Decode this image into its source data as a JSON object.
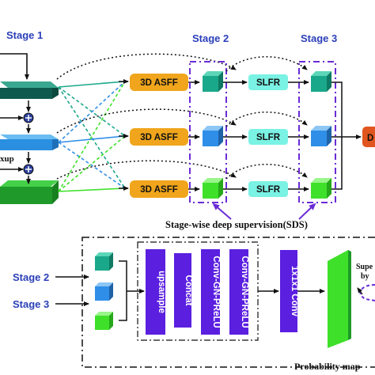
{
  "colors": {
    "stage_label": "#2b3fb8",
    "asff_fill": "#f0a51c",
    "slfr_fill": "#7af2e4",
    "purple_block": "#5b1fe0",
    "sds_dash": "#6a2bd6",
    "cube_teal": "#1aa88a",
    "cube_blue": "#2f8fe8",
    "cube_green": "#3fe02a",
    "backbone_dark": "#0f5a4e",
    "backbone_blue": "#2a8fe0",
    "backbone_green": "#1f9a2a",
    "output_orange": "#e0561e"
  },
  "top": {
    "stage1_label": "Stage 1",
    "stage2_label": "Stage 2",
    "stage3_label": "Stage 3",
    "asff": [
      "3D ASFF",
      "3D ASFF",
      "3D ASFF"
    ],
    "slfr": [
      "SLFR",
      "SLFR",
      "SLFR"
    ],
    "side_label": "xup",
    "output_partial": "D",
    "sds_caption": "Stage-wise deep supervision(SDS)"
  },
  "bottom": {
    "stage2_label": "Stage 2",
    "stage3_label": "Stage 3",
    "blocks": [
      "upsample",
      "Concat",
      "Conv-GN-PReLU",
      "Conv-GN-PReLU"
    ],
    "conv1x1": "1x1x1 Conv",
    "prob_map": "Probability map",
    "super_partial": "Supe",
    "by_partial": "by"
  }
}
